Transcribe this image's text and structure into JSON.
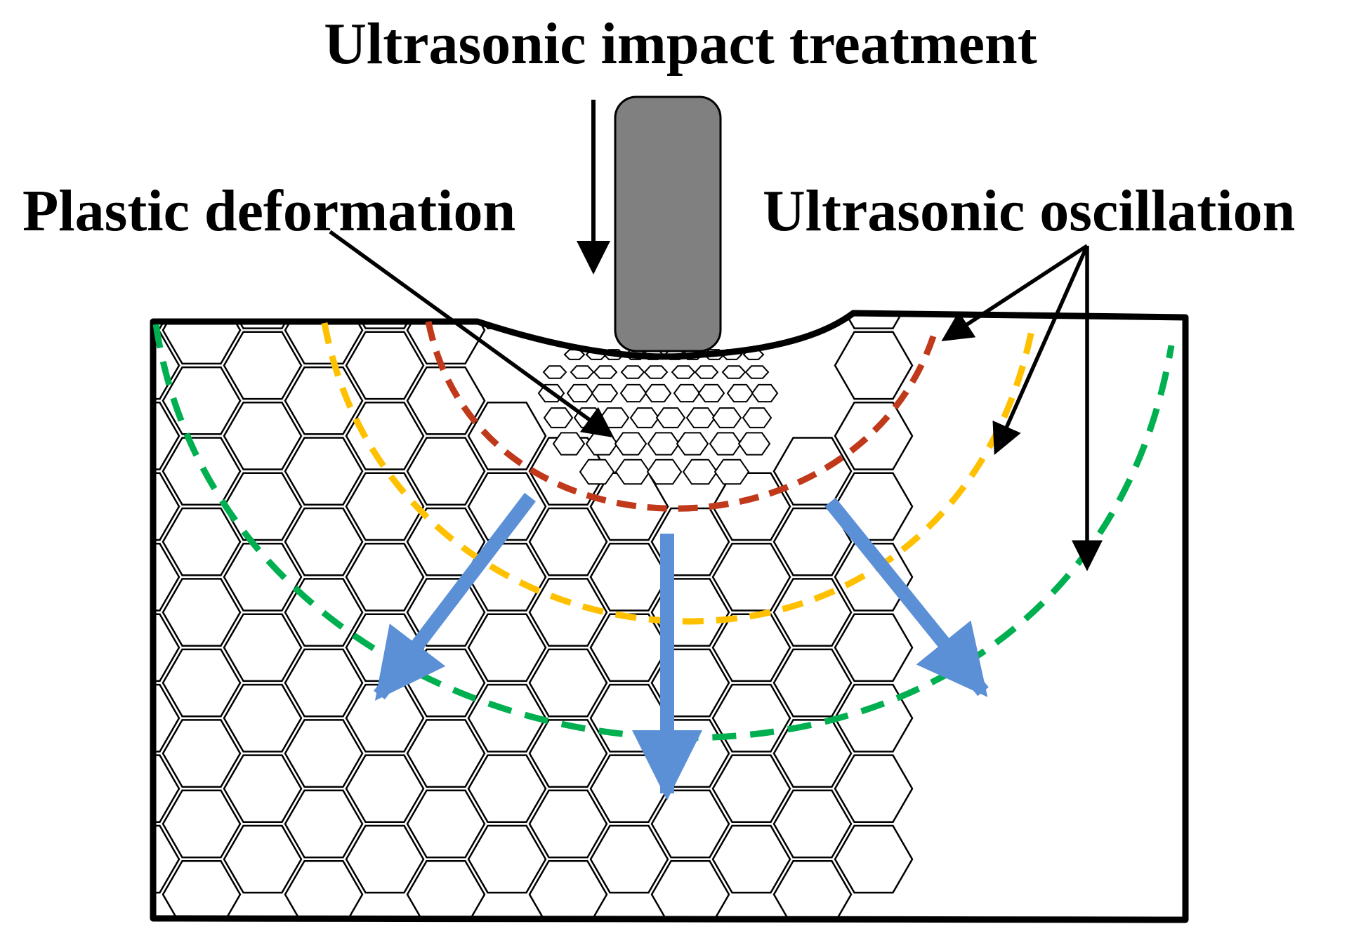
{
  "labels": {
    "title": "Ultrasonic impact treatment",
    "left": "Plastic deformation",
    "right": "Ultrasonic oscillation"
  },
  "colors": {
    "outline": "#000000",
    "tool": "#808080",
    "red_wave": "#C0391B",
    "yellow_wave": "#FFC000",
    "green_wave": "#00B050",
    "arrow_blue": "#5B8FD6",
    "background": "#ffffff"
  },
  "icons": {
    "tool": "ultrasonic-tool-icon",
    "grains": "hexagonal-grain-pattern"
  }
}
